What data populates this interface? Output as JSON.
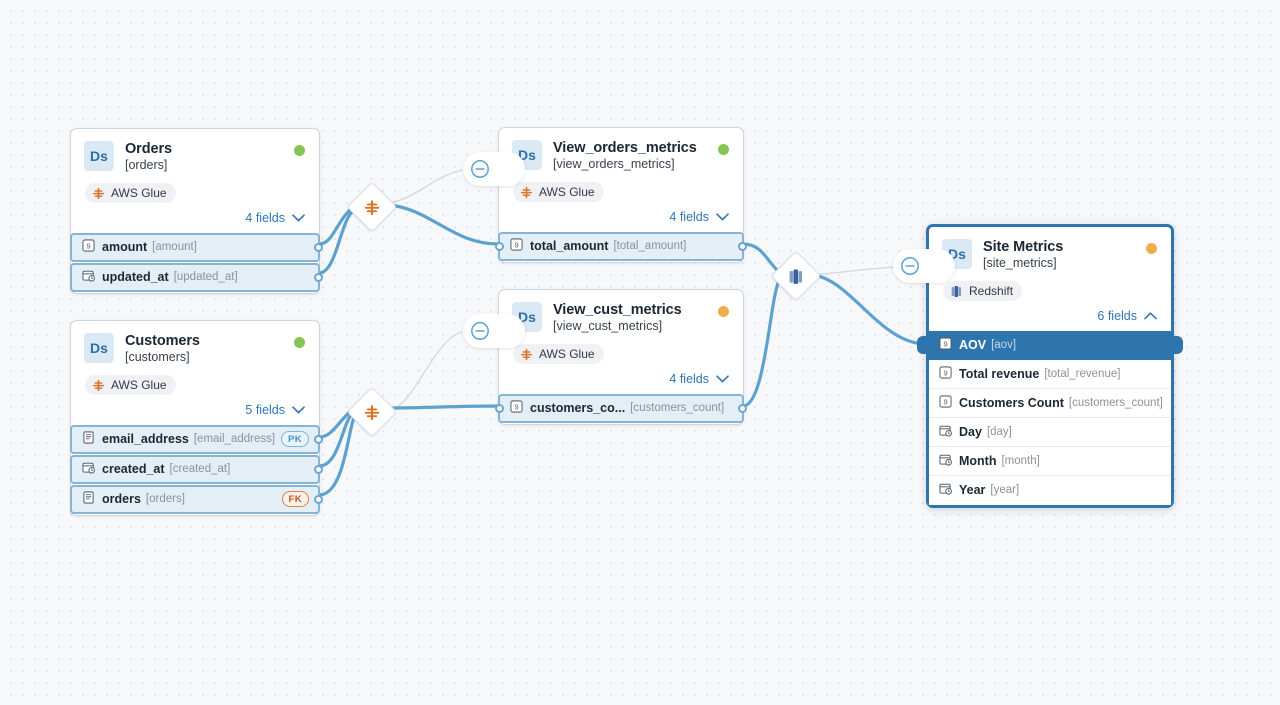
{
  "canvas": {
    "background_color": "#f7f8fa",
    "grid_dot_color": "#e3e6ec"
  },
  "colors": {
    "accent_blue": "#2f76b5",
    "selected_border": "#2e74ad",
    "edge_active": "#5da2cf",
    "edge_inactive": "#d5d9de",
    "status_green": "#84c553",
    "status_amber": "#f0ad4e",
    "field_blue_bg": "#e4eef7",
    "field_blue_border": "#86b4d4",
    "pk_badge": "#3f95c9",
    "fk_badge": "#b9571f",
    "aws_glue_orange": "#d9752b",
    "redshift_blue": "#3f6fa8"
  },
  "nodes": [
    {
      "id": "orders",
      "type_badge": "Ds",
      "title": "Orders",
      "subtitle": "[orders]",
      "source": {
        "label": "AWS Glue",
        "icon": "aws-glue-icon"
      },
      "status": "green",
      "fields_label": "4 fields",
      "chevron": "chevron-down-icon",
      "fields": [
        {
          "name": "amount",
          "alias": "[amount]",
          "icon": "number-field-icon",
          "key": null
        },
        {
          "name": "updated_at",
          "alias": "[updated_at]",
          "icon": "datetime-field-icon",
          "key": null
        }
      ]
    },
    {
      "id": "customers",
      "type_badge": "Ds",
      "title": "Customers",
      "subtitle": "[customers]",
      "source": {
        "label": "AWS Glue",
        "icon": "aws-glue-icon"
      },
      "status": "green",
      "fields_label": "5 fields",
      "chevron": "chevron-down-icon",
      "fields": [
        {
          "name": "email_address",
          "alias": "[email_address]",
          "icon": "text-field-icon",
          "key": "PK"
        },
        {
          "name": "created_at",
          "alias": "[created_at]",
          "icon": "datetime-field-icon",
          "key": null
        },
        {
          "name": "orders",
          "alias": "[orders]",
          "icon": "text-field-icon",
          "key": "FK"
        }
      ]
    },
    {
      "id": "view_orders_metrics",
      "type_badge": "Ds",
      "title": "View_orders_metrics",
      "subtitle": "[view_orders_metrics]",
      "source": {
        "label": "AWS Glue",
        "icon": "aws-glue-icon"
      },
      "status": "green",
      "fields_label": "4 fields",
      "chevron": "chevron-down-icon",
      "fields": [
        {
          "name": "total_amount",
          "alias": "[total_amount]",
          "icon": "number-field-icon",
          "key": null
        }
      ]
    },
    {
      "id": "view_cust_metrics",
      "type_badge": "Ds",
      "title": "View_cust_metrics",
      "subtitle": "[view_cust_metrics]",
      "source": {
        "label": "AWS Glue",
        "icon": "aws-glue-icon"
      },
      "status": "amber",
      "fields_label": "4 fields",
      "chevron": "chevron-down-icon",
      "fields": [
        {
          "name": "customers_co...",
          "alias": "[customers_count]",
          "icon": "number-field-icon",
          "key": null
        }
      ]
    },
    {
      "id": "site_metrics",
      "type_badge": "Ds",
      "title": "Site Metrics",
      "subtitle": "[site_metrics]",
      "source": {
        "label": "Redshift",
        "icon": "redshift-icon"
      },
      "status": "amber",
      "fields_label": "6 fields",
      "chevron": "chevron-up-icon",
      "selected": true,
      "fields": [
        {
          "name": "AOV",
          "alias": "[aov]",
          "icon": "number-field-icon",
          "key": null,
          "active": true
        },
        {
          "name": "Total revenue",
          "alias": "[total_revenue]",
          "icon": "number-field-icon",
          "key": null
        },
        {
          "name": "Customers Count",
          "alias": "[customers_count]",
          "icon": "number-field-icon",
          "key": null
        },
        {
          "name": "Day",
          "alias": "[day]",
          "icon": "datetime-field-icon",
          "key": null
        },
        {
          "name": "Month",
          "alias": "[month]",
          "icon": "datetime-field-icon",
          "key": null
        },
        {
          "name": "Year",
          "alias": "[year]",
          "icon": "datetime-field-icon",
          "key": null
        }
      ]
    }
  ],
  "transforms": [
    {
      "id": "t-orders",
      "icon": "aws-glue-icon"
    },
    {
      "id": "t-customers",
      "icon": "aws-glue-icon"
    },
    {
      "id": "t-merge",
      "icon": "redshift-icon"
    }
  ],
  "collapse_buttons": [
    {
      "id": "collapse-view-orders-metrics",
      "icon": "minus-circle-icon"
    },
    {
      "id": "collapse-view-cust-metrics",
      "icon": "minus-circle-icon"
    },
    {
      "id": "collapse-site-metrics",
      "icon": "minus-circle-icon"
    }
  ]
}
